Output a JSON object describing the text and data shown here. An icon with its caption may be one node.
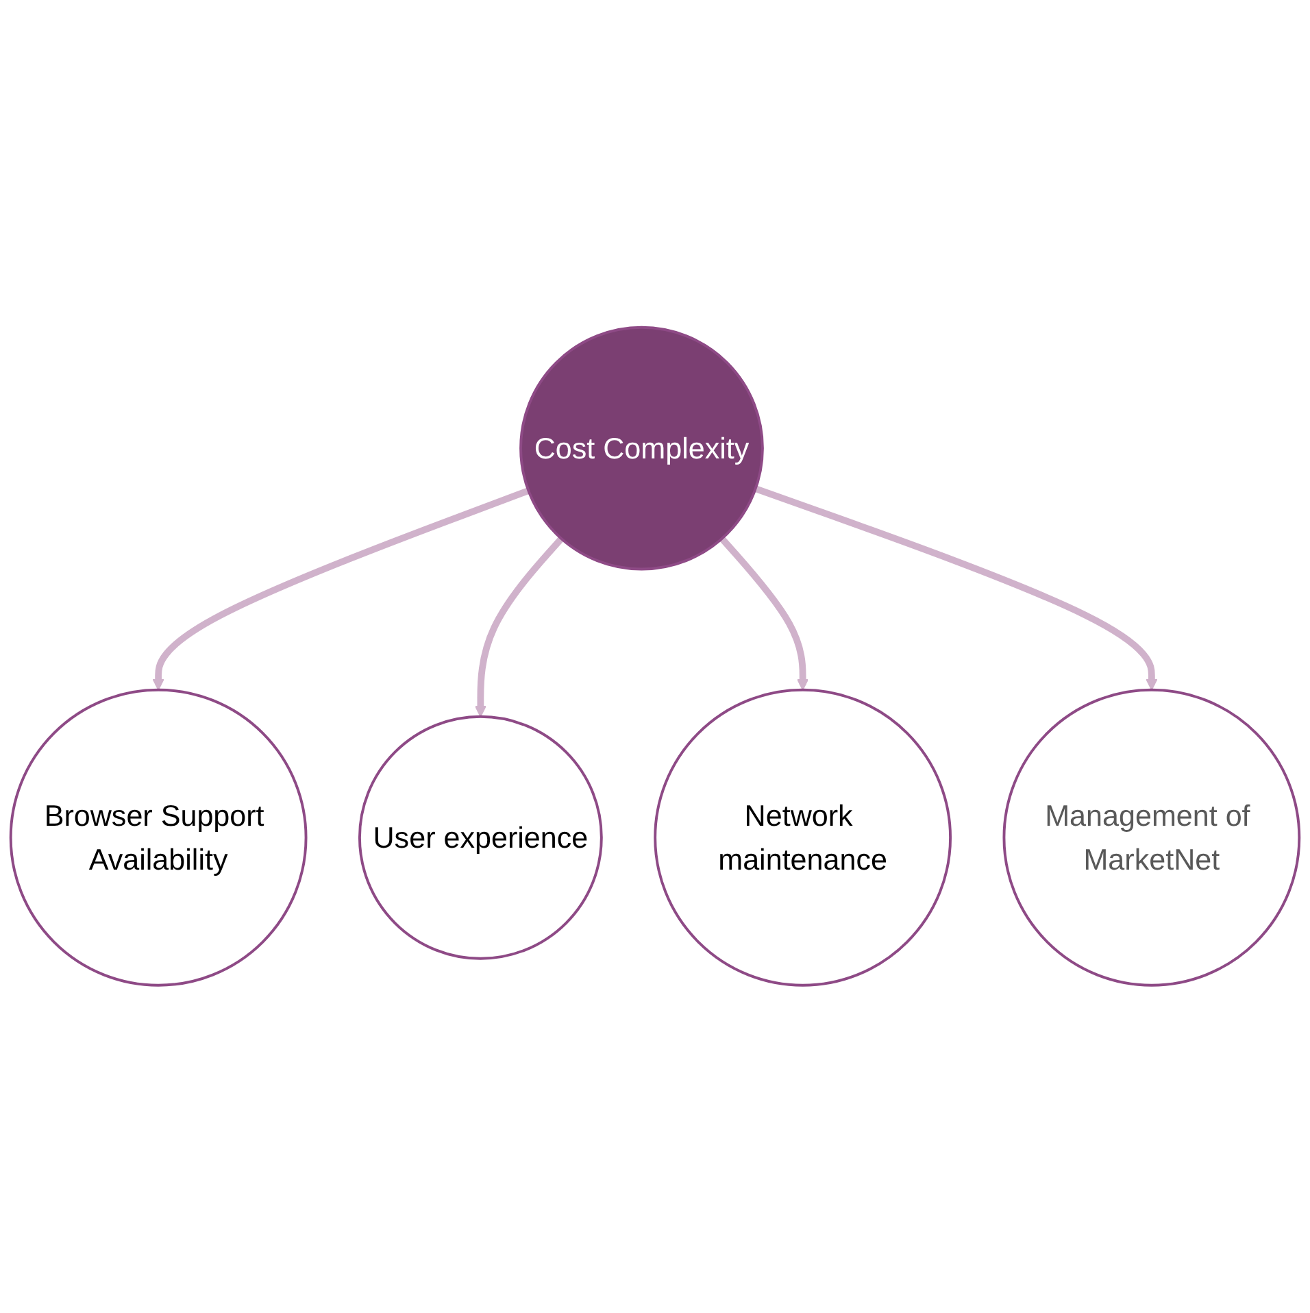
{
  "diagram": {
    "nodes": [
      {
        "text": [
          "Browser Support Availability"
        ]
      },
      {
        "text": [
          "User experience"
        ]
      },
      {
        "text": [
          "Cost Complexity"
        ]
      },
      {
        "text": [
          "Network maintenance"
        ]
      },
      {
        "text": [
          "Management of MarketNet"
        ]
      }
    ],
    "edges": [
      {
        "from": 2,
        "to": 0,
        "arrow": "to"
      },
      {
        "from": 2,
        "to": 1,
        "arrow": "to"
      },
      {
        "from": 2,
        "to": 3,
        "arrow": "to"
      },
      {
        "from": 2,
        "to": 4,
        "arrow": "to"
      }
    ]
  }
}
